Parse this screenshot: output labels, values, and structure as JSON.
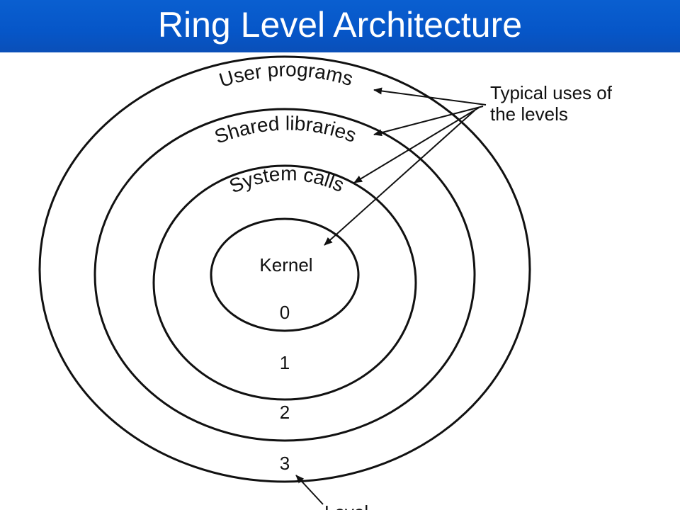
{
  "slide": {
    "title": "Ring Level Architecture"
  },
  "diagram": {
    "arc_labels": {
      "user_programs": "User programs",
      "shared_libraries": "Shared libraries",
      "system_calls": "System calls"
    },
    "kernel_label": "Kernel",
    "level_numbers": [
      "0",
      "1",
      "2",
      "3"
    ],
    "callout": {
      "line1": "Typical uses of",
      "line2": "the levels"
    },
    "level_label": "Level"
  },
  "colors": {
    "title_bar": "#0656c8",
    "title_text": "#ffffff",
    "ink": "#111111"
  }
}
